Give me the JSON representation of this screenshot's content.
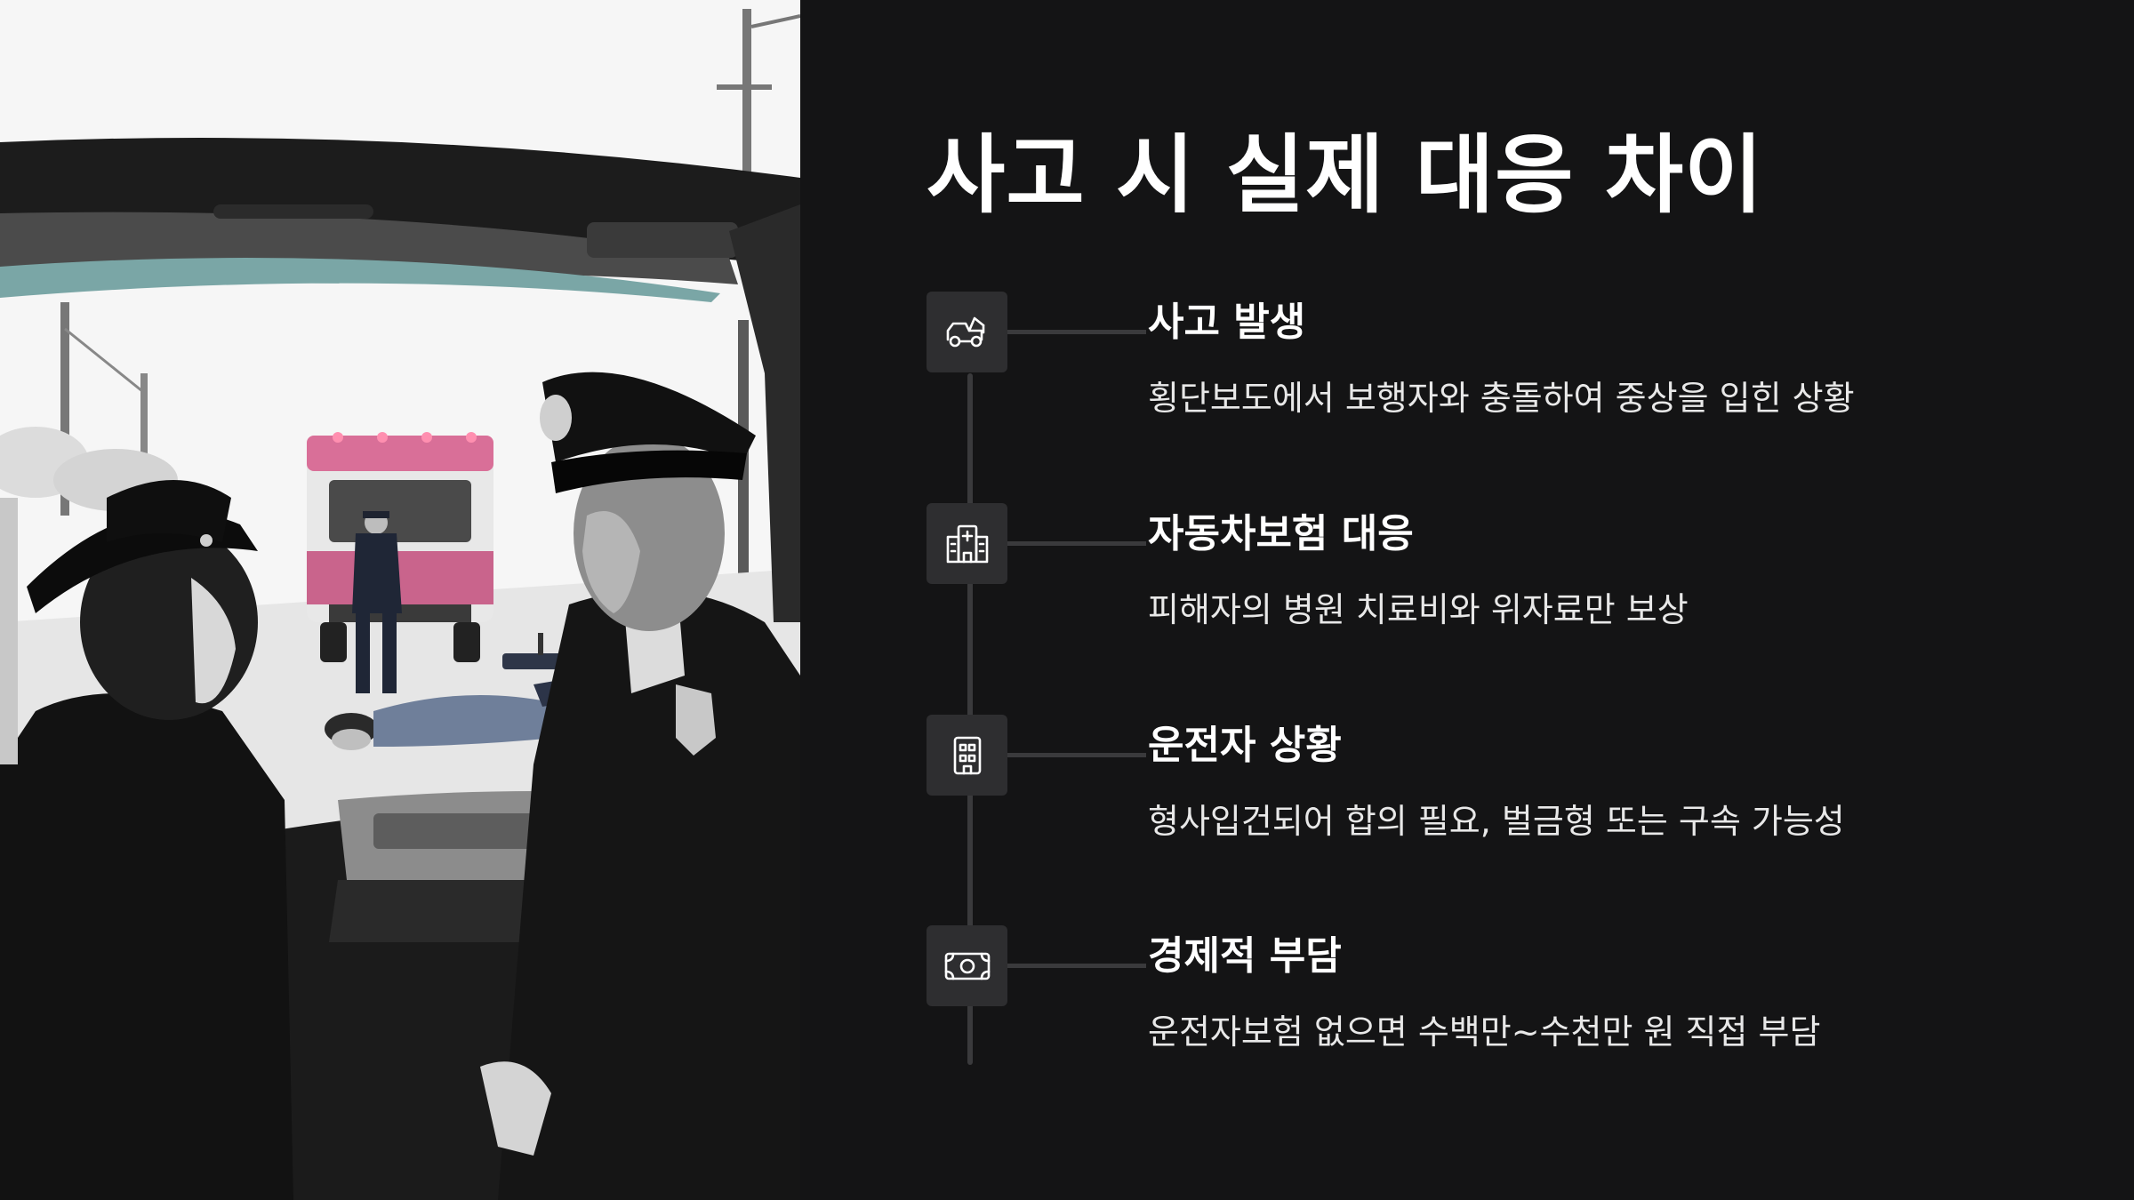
{
  "slide": {
    "title": "사고 시 실제 대응 차이",
    "steps": [
      {
        "icon": "tow-truck-icon",
        "title": "사고 발생",
        "description": "횡단보도에서 보행자와 충돌하여 중상을 입힌 상황"
      },
      {
        "icon": "hospital-icon",
        "title": "자동차보험 대응",
        "description": "피해자의 병원 치료비와 위자료만 보상"
      },
      {
        "icon": "detention-building-icon",
        "title": "운전자 상황",
        "description": "형사입건되어 합의 필요, 벌금형 또는 구속 가능성"
      },
      {
        "icon": "banknote-icon",
        "title": "경제적 부담",
        "description": "운전자보험 없으면 수백만~수천만 원 직접 부담"
      }
    ]
  },
  "colors": {
    "background": "#141415",
    "icon_box": "#2e2e30",
    "timeline": "#3a3a3c",
    "text": "#ffffff"
  }
}
